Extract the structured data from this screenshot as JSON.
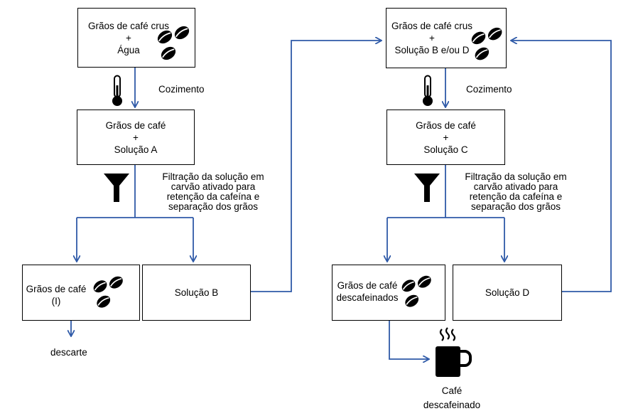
{
  "left": {
    "top_box": {
      "line1": "Grãos de café crus",
      "line2": "+",
      "line3": "Água"
    },
    "step1_label": "Cozimento",
    "mid_box": {
      "line1": "Grãos de café",
      "line2": "+",
      "line3": "Solução A"
    },
    "filter_label": [
      "Filtração da solução em",
      "carvão ativado para",
      "retenção da cafeína e",
      "separação dos grãos"
    ],
    "out_left_box": {
      "line1": "Grãos de café",
      "line2": "(I)"
    },
    "out_right_box": {
      "label": "Solução B"
    },
    "discard_label": "descarte"
  },
  "right": {
    "top_box": {
      "line1": "Grãos de café crus",
      "line2": "+",
      "line3": "Solução B e/ou D"
    },
    "step1_label": "Cozimento",
    "mid_box": {
      "line1": "Grãos de café",
      "line2": "+",
      "line3": "Solução C"
    },
    "filter_label": [
      "Filtração da solução em",
      "carvão ativado para",
      "retenção da cafeína e",
      "separação dos grãos"
    ],
    "out_left_box": {
      "line1": "Grãos de café",
      "line2": "descafeinados"
    },
    "out_right_box": {
      "label": "Solução D"
    },
    "result_label": [
      "Café",
      "descafeinado"
    ]
  },
  "colors": {
    "arrow": "#2f5aa8",
    "box_border": "#000000",
    "icon": "#000000"
  },
  "icons": [
    "coffee-beans-icon",
    "thermometer-icon",
    "funnel-icon",
    "coffee-cup-icon"
  ]
}
